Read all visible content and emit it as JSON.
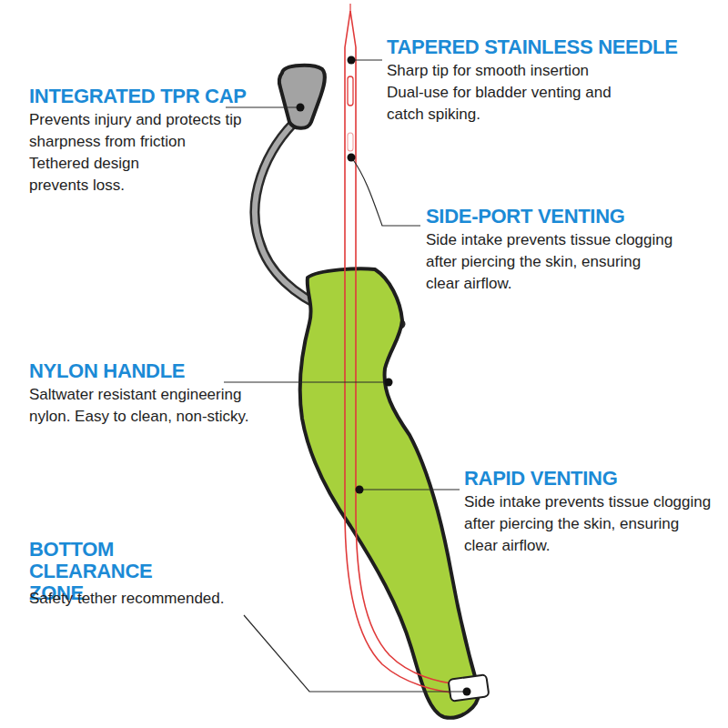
{
  "diagram": {
    "labels": [
      "TAPERED STAINLESS NEEDLE",
      "Sharp tip for smooth insertion",
      "Dual-use for bladder venting and catch spiking.",
      "INTEGRATED TPR CAP",
      "Prevents injury and protects tip sharpness from friction",
      "Tethered design prevents loss.",
      "SIDE-PORT VENTING",
      "Side intake prevents tissue clogging after piercing the skin, ensuring clear airflow.",
      "NYLON HANDLE",
      "Saltwater resistant engineering nylon. Easy to clean, non-sticky.",
      "RAPID VENTING",
      "Side intake prevents tissue clogging after piercing the skin, ensuring clear airflow.",
      "BOTTOM CLEARANCE ZONE",
      "Safety tether recommended."
    ]
  }
}
